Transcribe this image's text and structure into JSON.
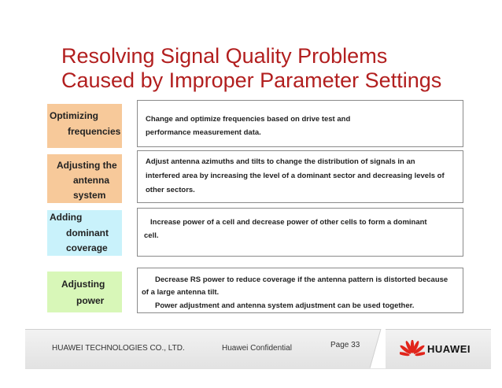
{
  "slide": {
    "title_line1": "Resolving Signal Quality Problems",
    "title_line2": "Caused by Improper Parameter Settings"
  },
  "rows": [
    {
      "label": [
        "Optimizing",
        "frequencies"
      ],
      "label_bg": "#f7c99a",
      "desc": [
        "Change and optimize frequencies based on drive test and",
        "performance measurement data."
      ]
    },
    {
      "label": [
        "Adjusting the",
        "antenna",
        "system"
      ],
      "label_bg": "#f7c99a",
      "desc": [
        "Adjust antenna azimuths and tilts to change the distribution of signals in an",
        "interfered area by increasing the level of a dominant sector and decreasing levels of",
        "other sectors."
      ]
    },
    {
      "label": [
        "Adding",
        "dominant",
        "coverage"
      ],
      "label_bg": "#c9f2fb",
      "desc": [
        "Increase power of a cell and decrease power of other cells to form a dominant",
        "cell."
      ]
    },
    {
      "label": [
        "Adjusting",
        "power"
      ],
      "label_bg": "#d8f7b8",
      "desc": [
        "Decrease RS power to reduce coverage if the antenna pattern is distorted because",
        "of a large antenna tilt.",
        "Power adjustment and antenna system adjustment can be used together."
      ]
    }
  ],
  "footer": {
    "company": "HUAWEI TECHNOLOGIES CO., LTD.",
    "confidential": "Huawei Confidential",
    "page": "Page 33",
    "brand": "HUAWEI",
    "logo_color": "#e1251b"
  }
}
